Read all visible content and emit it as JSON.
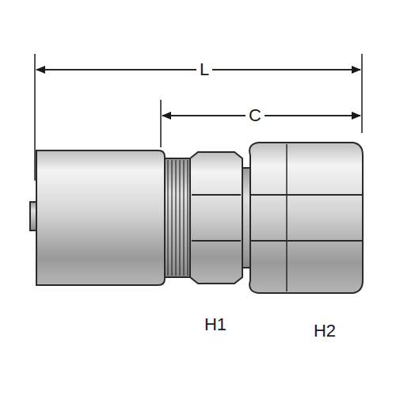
{
  "diagram": {
    "labels": [
      "L",
      "C",
      "H1",
      "H2"
    ]
  }
}
